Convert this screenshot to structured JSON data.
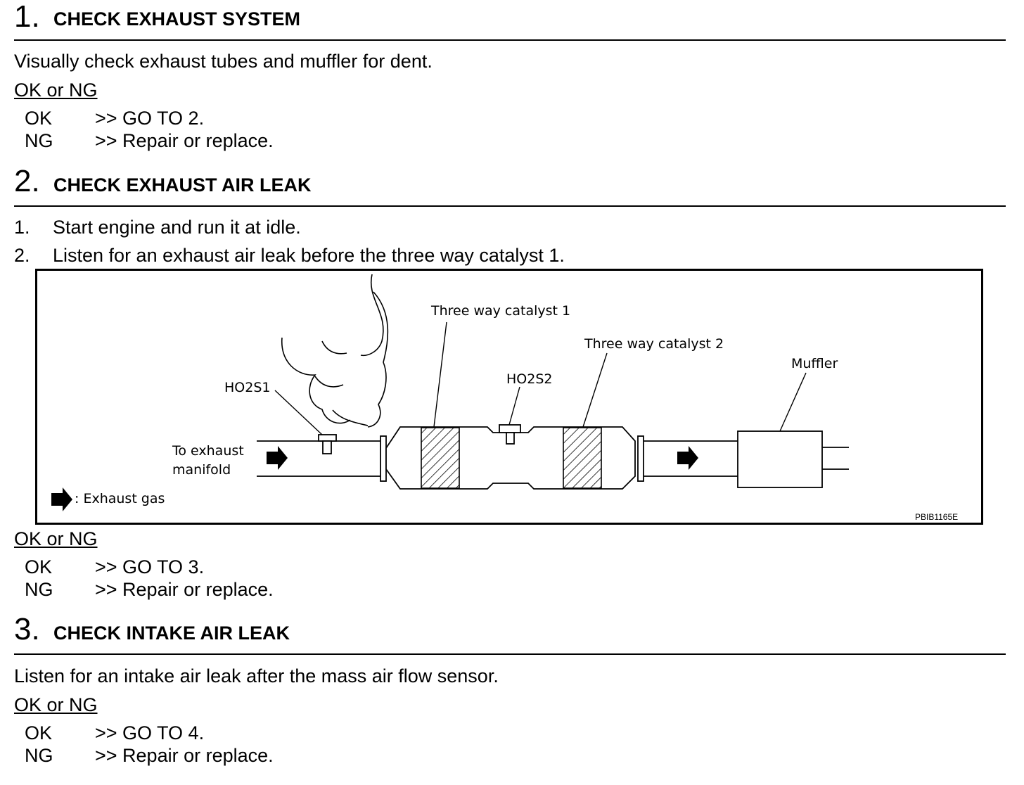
{
  "steps": [
    {
      "number": "1.",
      "title": "CHECK EXHAUST SYSTEM",
      "instruction": "Visually check exhaust tubes and muffler for dent.",
      "result_heading": "OK or NG",
      "results": [
        {
          "status": "OK",
          "action": ">> GO TO 2."
        },
        {
          "status": "NG",
          "action": ">> Repair or replace."
        }
      ]
    },
    {
      "number": "2.",
      "title": "CHECK EXHAUST AIR LEAK",
      "sub_steps": [
        {
          "num": "1.",
          "text": "Start engine and run it at idle."
        },
        {
          "num": "2.",
          "text": "Listen for an exhaust air leak before the three way catalyst 1."
        }
      ],
      "result_heading": "OK or NG",
      "results": [
        {
          "status": "OK",
          "action": ">> GO TO 3."
        },
        {
          "status": "NG",
          "action": ">> Repair or replace."
        }
      ]
    },
    {
      "number": "3.",
      "title": "CHECK INTAKE AIR LEAK",
      "instruction": "Listen for an intake air leak after the mass air flow sensor.",
      "result_heading": "OK or NG",
      "results": [
        {
          "status": "OK",
          "action": ">> GO TO 4."
        },
        {
          "status": "NG",
          "action": ">> Repair or replace."
        }
      ]
    }
  ],
  "figure": {
    "labels": {
      "catalyst1": "Three way catalyst 1",
      "catalyst2": "Three way catalyst 2",
      "ho2s1": "HO2S1",
      "ho2s2": "HO2S2",
      "muffler": "Muffler",
      "manifold_line1": "To exhaust",
      "manifold_line2": "manifold",
      "legend": ": Exhaust gas",
      "code": "PBIB1165E"
    },
    "icons": [
      "exhaust-flow-arrow-icon",
      "smoke-icon"
    ]
  }
}
